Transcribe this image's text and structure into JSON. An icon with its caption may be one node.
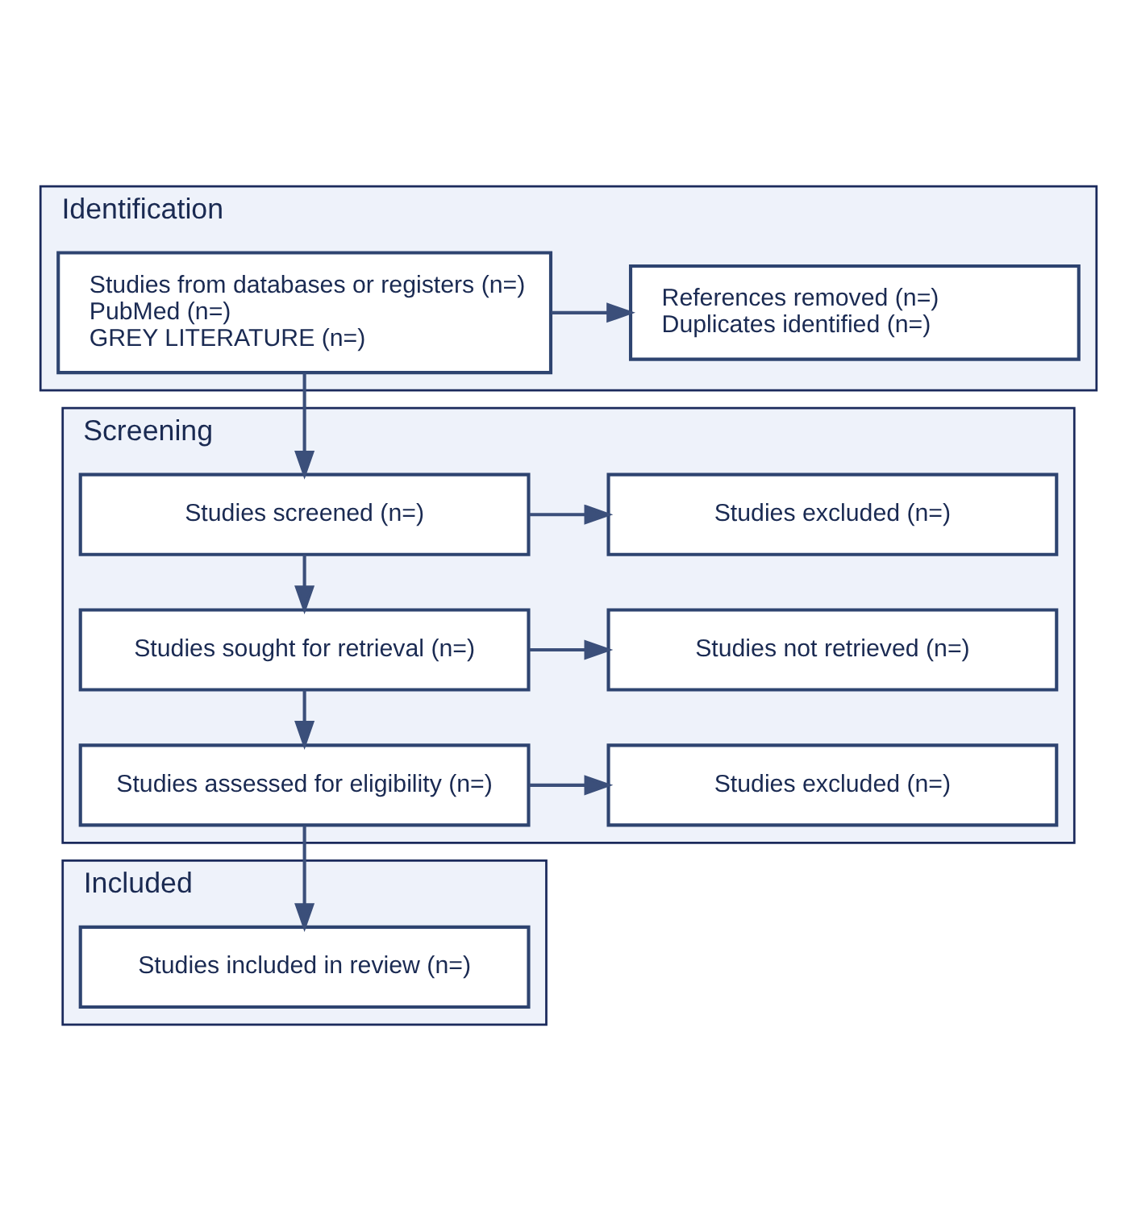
{
  "diagram": {
    "nodes": [
      {
        "text": [
          "Identification"
        ]
      },
      {
        "text": [
          "Studies from databases or registers (n=)",
          "PubMed (n=)",
          "GREY LITERATURE (n=)"
        ],
        "in": 0
      },
      {
        "text": [
          "References removed (n=)",
          "Duplicates identified (n=)"
        ],
        "in": 0
      },
      {
        "text": [
          "Screening"
        ]
      },
      {
        "text": [
          "Studies screened (n=)"
        ],
        "in": 3
      },
      {
        "text": [
          "Studies excluded (n=)"
        ],
        "in": 3
      },
      {
        "text": [
          "Studies sought for retrieval (n=)"
        ],
        "in": 3
      },
      {
        "text": [
          "Studies not retrieved (n=)"
        ],
        "in": 3
      },
      {
        "text": [
          "Studies assessed for eligibility (n=)"
        ],
        "in": 3
      },
      {
        "text": [
          "Studies excluded (n=)"
        ],
        "in": 3
      },
      {
        "text": [
          "Included"
        ]
      },
      {
        "text": [
          "Studies included in review (n=)"
        ],
        "in": 10
      }
    ],
    "edges": [
      {
        "from": 1,
        "to": 2,
        "arrow": "to"
      },
      {
        "from": 1,
        "to": 4,
        "arrow": "to"
      },
      {
        "from": 4,
        "to": 5,
        "arrow": "to"
      },
      {
        "from": 4,
        "to": 6,
        "arrow": "to"
      },
      {
        "from": 6,
        "to": 7,
        "arrow": "to"
      },
      {
        "from": 6,
        "to": 8,
        "arrow": "to"
      },
      {
        "from": 8,
        "to": 9,
        "arrow": "to"
      },
      {
        "from": 8,
        "to": 11,
        "arrow": "to"
      }
    ]
  }
}
